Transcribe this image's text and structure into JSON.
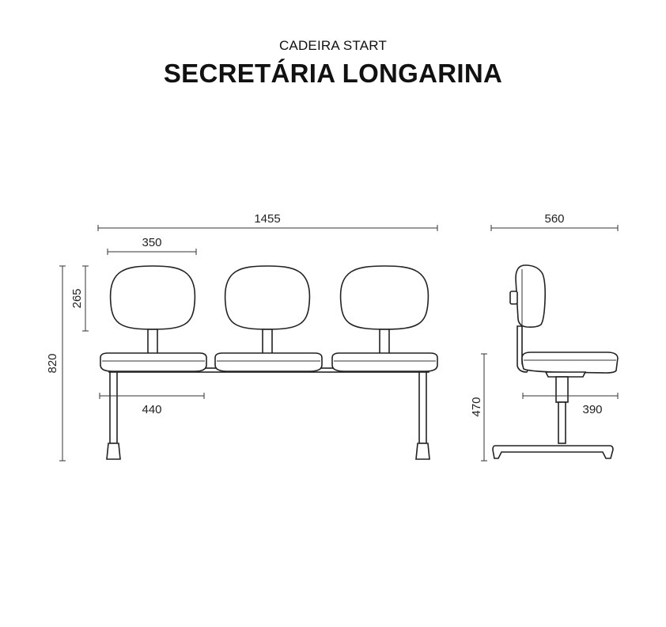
{
  "header": {
    "subtitle": "CADEIRA START",
    "title": "SECRETÁRIA LONGARINA"
  },
  "dimensions": {
    "total_width": "1455",
    "back_width": "350",
    "back_height": "265",
    "total_height": "820",
    "seat_width": "440",
    "depth": "560",
    "seat_height": "470",
    "seat_depth": "390"
  }
}
